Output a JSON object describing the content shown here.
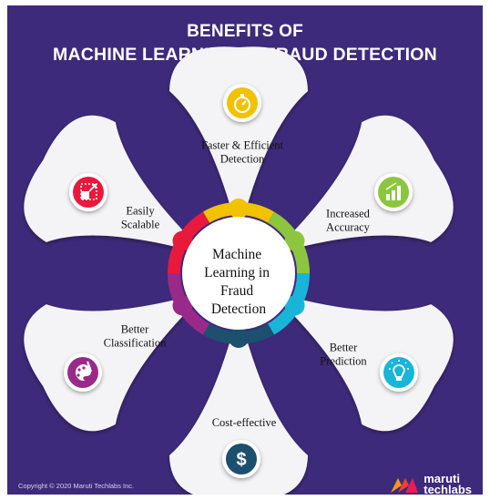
{
  "header": {
    "line1": "BENEFITS OF",
    "line2": "MACHINE LEARNING IN FRAUD DETECTION"
  },
  "hub": {
    "lines": [
      "Machine",
      "Learning in",
      "Fraud",
      "Detection"
    ]
  },
  "petals": [
    {
      "lines": [
        "Faster & Efficient",
        "Detection"
      ],
      "icon": "stopwatch-icon",
      "icon_color": "#f2c100",
      "ring_color": "#f2c100"
    },
    {
      "lines": [
        "Increased",
        "Accuracy"
      ],
      "icon": "bar-chart-icon",
      "icon_color": "#8cc63f",
      "ring_color": "#8cc63f"
    },
    {
      "lines": [
        "Better",
        "Prediction"
      ],
      "icon": "lightbulb-icon",
      "icon_color": "#19b5d8",
      "ring_color": "#19b5d8"
    },
    {
      "lines": [
        "Cost-effective"
      ],
      "icon": "dollar-icon",
      "icon_color": "#1d4f6e",
      "ring_color": "#1d4f6e"
    },
    {
      "lines": [
        "Better",
        "Classification"
      ],
      "icon": "palette-icon",
      "icon_color": "#9a2a8a",
      "ring_color": "#9a2a8a"
    },
    {
      "lines": [
        "Easily",
        "Scalable"
      ],
      "icon": "expand-icon",
      "icon_color": "#e8193c",
      "ring_color": "#e8193c"
    }
  ],
  "footer": {
    "copyright": "Copyright © 2020 Maruti Techlabs Inc.",
    "brand_line1": "maruti",
    "brand_line2": "techlabs"
  },
  "colors": {
    "background": "#3e2a7a",
    "petal": "#f4f4f6",
    "hub": "#ffffff"
  }
}
